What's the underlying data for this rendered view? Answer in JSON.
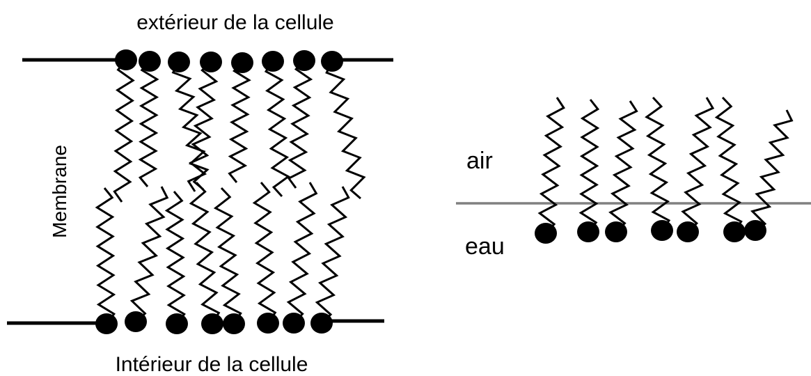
{
  "membrane_diagram": {
    "label_top": "extérieur de la cellule",
    "label_bottom": "Intérieur de la cellule",
    "label_side": "Membrane"
  },
  "interface_diagram": {
    "label_air": "air",
    "label_water": "eau"
  },
  "colors": {
    "heads": "#000000",
    "membrane_lines": "#000000",
    "water_surface": "#808080",
    "background": "#ffffff"
  }
}
